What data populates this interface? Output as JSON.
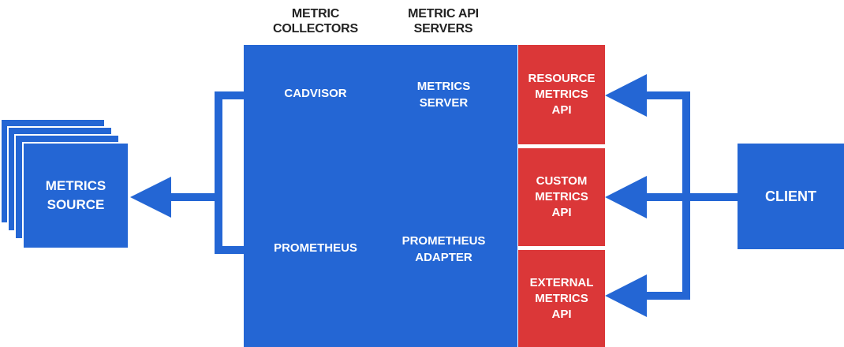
{
  "headers": {
    "collectors": "METRIC\nCOLLECTORS",
    "api_servers": "METRIC API\nSERVERS"
  },
  "metrics_source": {
    "label": "METRICS\nSOURCE"
  },
  "collectors": {
    "cadvisor": "CADVISOR",
    "prometheus": "PROMETHEUS"
  },
  "api_servers": {
    "metrics_server": "METRICS\nSERVER",
    "prometheus_adapter": "PROMETHEUS\nADAPTER"
  },
  "apis": {
    "resource": "RESOURCE\nMETRICS\nAPI",
    "custom": "CUSTOM\nMETRICS\nAPI",
    "external": "EXTERNAL\nMETRICS\nAPI"
  },
  "client": {
    "label": "CLIENT"
  },
  "colors": {
    "blue": "#2466d4",
    "red": "#db3738",
    "text": "#ffffff"
  }
}
